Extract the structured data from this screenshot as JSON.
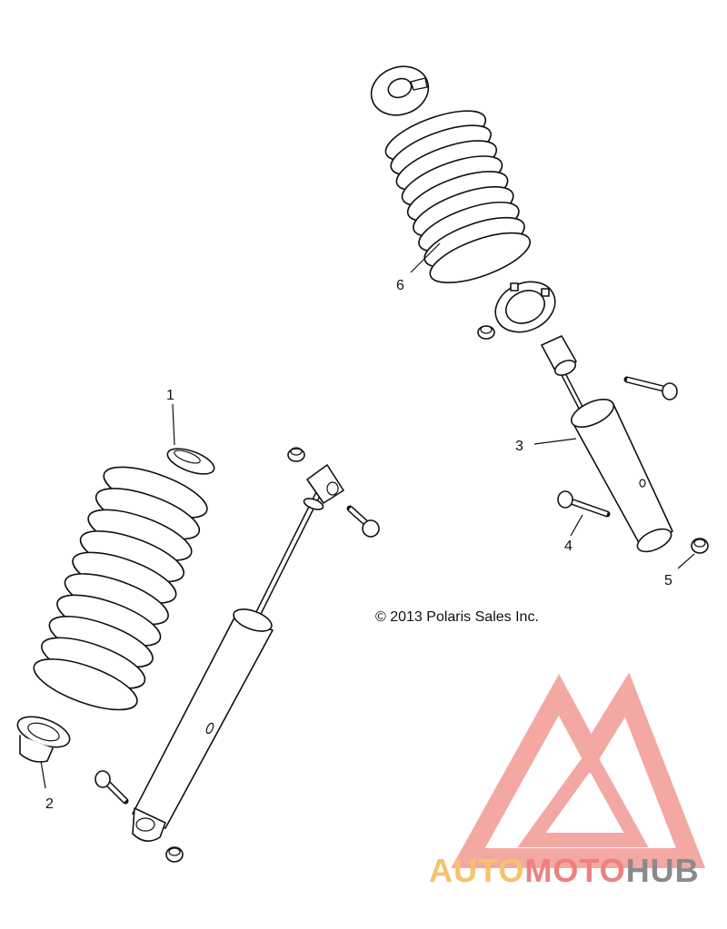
{
  "callouts": [
    {
      "id": "1",
      "label": "1"
    },
    {
      "id": "2",
      "label": "2"
    },
    {
      "id": "3",
      "label": "3"
    },
    {
      "id": "4",
      "label": "4"
    },
    {
      "id": "5",
      "label": "5"
    },
    {
      "id": "6",
      "label": "6"
    }
  ],
  "copyright": "© 2013 Polaris Sales Inc.",
  "watermark": {
    "part1": "AUTO",
    "part2": "MOTO",
    "part3": "HUB",
    "color_auto": "#f7c26b",
    "color_moto": "#f08080",
    "color_hub": "#8a8a8a",
    "logo_color": "#f29a93"
  }
}
